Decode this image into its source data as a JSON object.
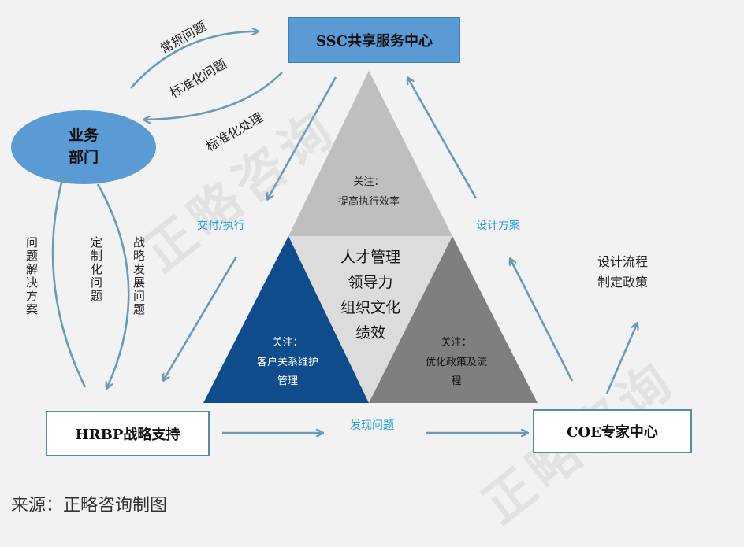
{
  "nodes": {
    "ssc": "SSC共享服务中心",
    "business": "业务\n部门",
    "hrbp": "HRBP战略支持",
    "coe": "COE专家中心"
  },
  "flows": {
    "common_issues": "常规问题",
    "standard_issues": "标准化问题",
    "standard_handling": "标准化处理",
    "delivery": "交付/执行",
    "design": "设计方案",
    "design_process": "设计流程\n制定政策",
    "find_issues": "发现问题",
    "problem_solution": "问题解决方案",
    "custom_issues": "定制化问题",
    "strategy_issues": "战略发展问题"
  },
  "triangle": {
    "top": "关注：\n提高执行效率",
    "left": "关注：\n客户关系维护\n管理",
    "right": "关注：\n优化政策及流\n程",
    "center": [
      "人才管理",
      "领导力",
      "组织文化",
      "绩效"
    ]
  },
  "watermark": "正略咨询",
  "source": "来源：正略咨询制图",
  "colors": {
    "ssc_fill": "#5b9bd5",
    "ellipse_fill": "#5b9bd5",
    "arrow": "#6b9ab8",
    "tri_top": "#bfbfbf",
    "tri_center": "#d9d9d9",
    "tri_left": "#0f4c8c",
    "tri_right": "#7f7f7f",
    "accent_text": "#1f9fd8"
  }
}
